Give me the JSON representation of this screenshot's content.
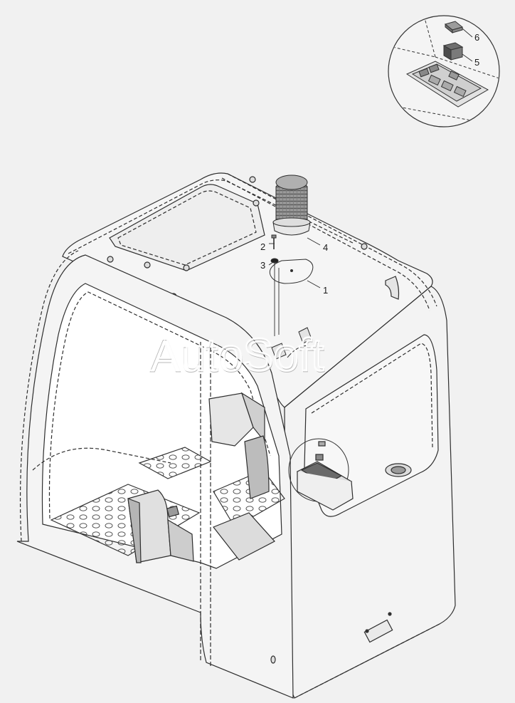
{
  "callouts": [
    {
      "id": "1",
      "label": "1"
    },
    {
      "id": "2",
      "label": "2"
    },
    {
      "id": "3",
      "label": "3"
    },
    {
      "id": "4",
      "label": "4"
    },
    {
      "id": "5",
      "label": "5"
    },
    {
      "id": "6",
      "label": "6"
    }
  ],
  "watermark": "AutoSoft",
  "colors": {
    "background": "#f1f1f1",
    "line": "#333333",
    "watermark": "#ffffff"
  }
}
